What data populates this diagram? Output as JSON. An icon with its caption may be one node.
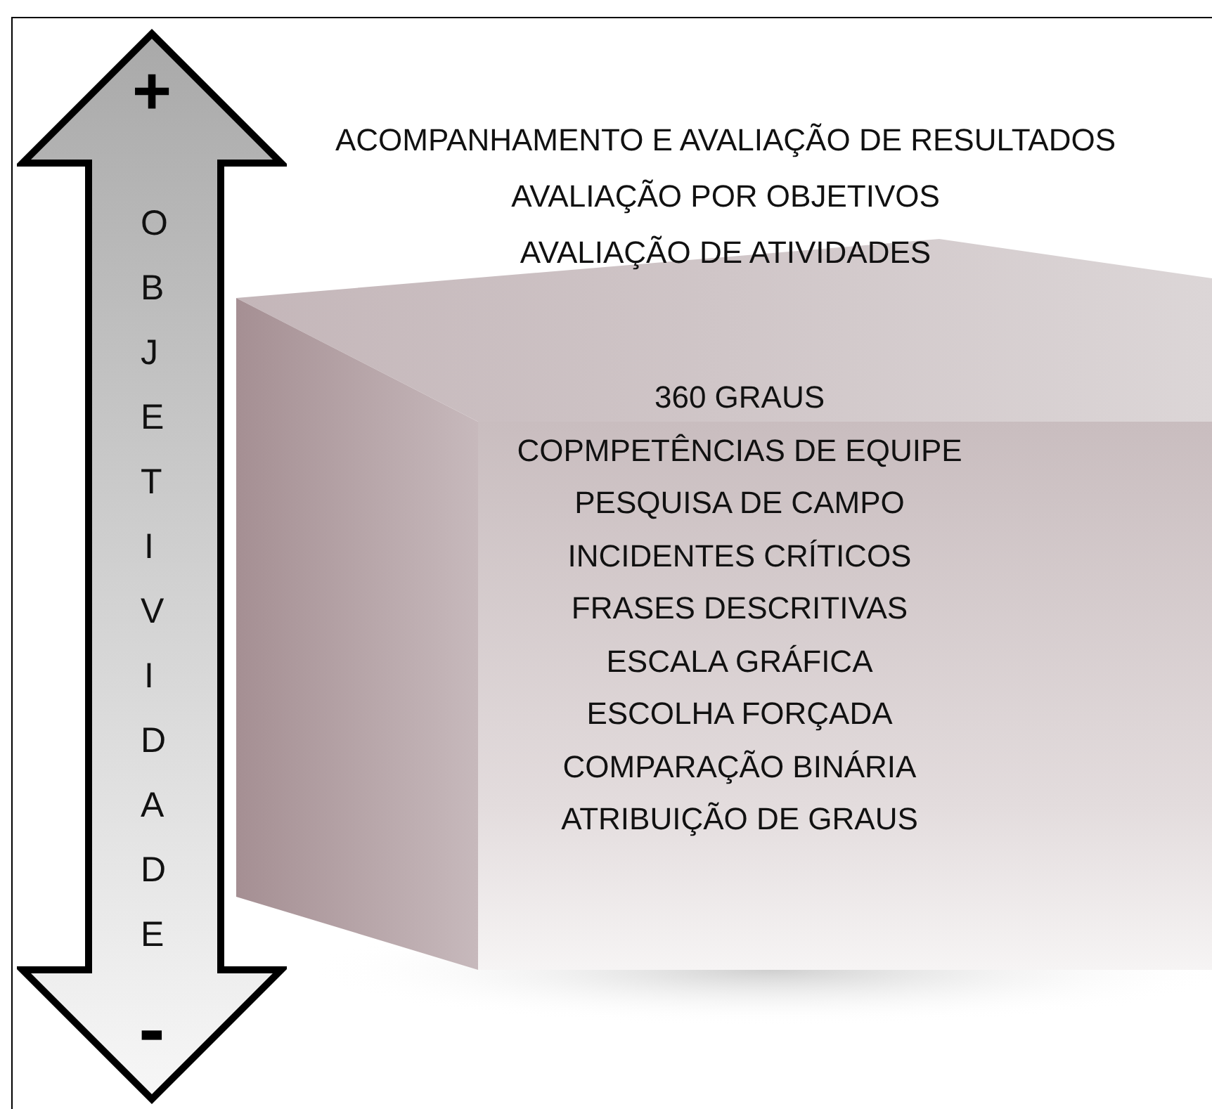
{
  "diagram": {
    "nodes": [
      {
        "text": [
          "+",
          "OBJETIVIDADE",
          "-"
        ]
      }
    ],
    "edges": [],
    "labels": [
      "ACOMPANHAMENTO E AVALIAÇÃO DE RESULTADOS",
      "AVALIAÇÃO POR OBJETIVOS",
      "AVALIAÇÃO DE ATIVIDADES",
      "360 GRAUS",
      "COPMPETÊNCIAS DE EQUIPE",
      "PESQUISA DE CAMPO",
      "INCIDENTES CRÍTICOS",
      "FRASES DESCRITIVAS",
      "ESCALA GRÁFICA",
      "ESCOLHA FORÇADA",
      "COMPARAÇÃO BINÁRIA",
      "ATRIBUIÇÃO DE GRAUS"
    ]
  }
}
